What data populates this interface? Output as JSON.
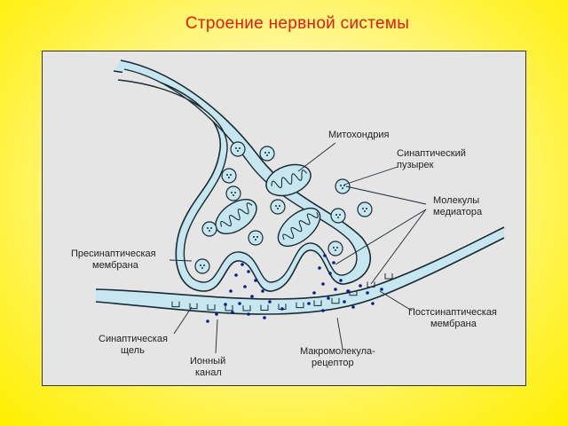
{
  "title": "Строение нервной системы",
  "labels": {
    "mitochondria": "Митохондрия",
    "vesicle": [
      "Синаптический",
      "пузырек"
    ],
    "mediator": [
      "Молекулы",
      "медиатора"
    ],
    "presynaptic": [
      "Пресинаптическая",
      "мембрана"
    ],
    "postsynaptic": [
      "Постсинаптическая",
      "мембрана"
    ],
    "cleft": [
      "Синаптическая",
      "щель"
    ],
    "ion_channel": [
      "Ионный",
      "канал"
    ],
    "receptor": [
      "Макромолекула-",
      "рецептор"
    ]
  },
  "colors": {
    "title": "#e31b0d",
    "background": "#ffee00",
    "frame": "#e5e5e5",
    "membrane_fill": "#c6e6f0",
    "outline": "#1a2a33",
    "molecule": "#0b1d8c"
  }
}
